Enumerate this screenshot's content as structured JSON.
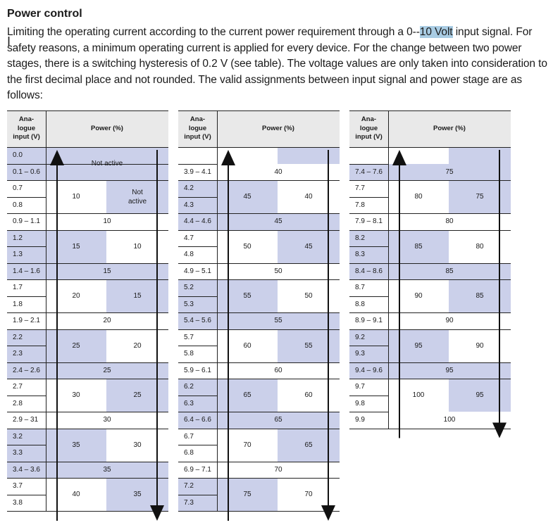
{
  "document": {
    "title": "Power control",
    "paragraph_before": "Limiting the operating current according to the current power requirement through a 0--",
    "paragraph_highlight": "10 Volt",
    "paragraph_after": " input signal. For safety reasons, a minimum operating current is applied for every device. For the change between two power stages, there is a switching hysteresis of 0.2 V (see table). The voltage values are only taken into consideration to the first decimal place and not rounded. The valid assignments between input signal and power stage are as follows:",
    "cursor_glyph": "I"
  },
  "table_header": {
    "input": "Ana-\nlogue\ninput (V)",
    "power": "Power (%)"
  },
  "tables": [
    {
      "rows": [
        "0.0",
        "0.1 – 0.6",
        "0.7",
        "0.8",
        "0.9 – 1.1",
        "1.2",
        "1.3",
        "1.4 – 1.6",
        "1.7",
        "1.8",
        "1.9 – 2.1",
        "2.2",
        "2.3",
        "2.4 – 2.6",
        "2.7",
        "2.8",
        "2.9 – 31",
        "3.2",
        "3.3",
        "3.4 – 3.6",
        "3.7",
        "3.8"
      ],
      "labels": [
        {
          "text": "Not active",
          "col": "span",
          "r0": 0,
          "r1": 1
        },
        {
          "text": "10",
          "col": "up",
          "r0": 2,
          "r1": 3
        },
        {
          "text": "Not\nactive",
          "col": "down",
          "r0": 2,
          "r1": 3
        },
        {
          "text": "10",
          "col": "span",
          "r0": 4,
          "r1": 4
        },
        {
          "text": "15",
          "col": "up",
          "r0": 5,
          "r1": 6
        },
        {
          "text": "10",
          "col": "down",
          "r0": 5,
          "r1": 6
        },
        {
          "text": "15",
          "col": "span",
          "r0": 7,
          "r1": 7
        },
        {
          "text": "20",
          "col": "up",
          "r0": 8,
          "r1": 9
        },
        {
          "text": "15",
          "col": "down",
          "r0": 8,
          "r1": 9
        },
        {
          "text": "20",
          "col": "span",
          "r0": 10,
          "r1": 10
        },
        {
          "text": "25",
          "col": "up",
          "r0": 11,
          "r1": 12
        },
        {
          "text": "20",
          "col": "down",
          "r0": 11,
          "r1": 12
        },
        {
          "text": "25",
          "col": "span",
          "r0": 13,
          "r1": 13
        },
        {
          "text": "30",
          "col": "up",
          "r0": 14,
          "r1": 15
        },
        {
          "text": "25",
          "col": "down",
          "r0": 14,
          "r1": 15
        },
        {
          "text": "30",
          "col": "span",
          "r0": 16,
          "r1": 16
        },
        {
          "text": "35",
          "col": "up",
          "r0": 17,
          "r1": 18
        },
        {
          "text": "30",
          "col": "down",
          "r0": 17,
          "r1": 18
        },
        {
          "text": "35",
          "col": "span",
          "r0": 19,
          "r1": 19
        },
        {
          "text": "40",
          "col": "up",
          "r0": 20,
          "r1": 21
        },
        {
          "text": "35",
          "col": "down",
          "r0": 20,
          "r1": 21
        }
      ]
    },
    {
      "rows": [
        "",
        "3.9 – 4.1",
        "4.2",
        "4.3",
        "4.4 – 4.6",
        "4.7",
        "4.8",
        "4.9 – 5.1",
        "5.2",
        "5.3",
        "5.4 – 5.6",
        "5.7",
        "5.8",
        "5.9 – 6.1",
        "6.2",
        "6.3",
        "6.4 – 6.6",
        "6.7",
        "6.8",
        "6.9 – 7.1",
        "7.2",
        "7.3"
      ],
      "labels": [
        {
          "text": "40",
          "col": "span",
          "r0": 1,
          "r1": 1
        },
        {
          "text": "45",
          "col": "up",
          "r0": 2,
          "r1": 3
        },
        {
          "text": "40",
          "col": "down",
          "r0": 2,
          "r1": 3
        },
        {
          "text": "45",
          "col": "span",
          "r0": 4,
          "r1": 4
        },
        {
          "text": "50",
          "col": "up",
          "r0": 5,
          "r1": 6
        },
        {
          "text": "45",
          "col": "down",
          "r0": 5,
          "r1": 6
        },
        {
          "text": "50",
          "col": "span",
          "r0": 7,
          "r1": 7
        },
        {
          "text": "55",
          "col": "up",
          "r0": 8,
          "r1": 9
        },
        {
          "text": "50",
          "col": "down",
          "r0": 8,
          "r1": 9
        },
        {
          "text": "55",
          "col": "span",
          "r0": 10,
          "r1": 10
        },
        {
          "text": "60",
          "col": "up",
          "r0": 11,
          "r1": 12
        },
        {
          "text": "55",
          "col": "down",
          "r0": 11,
          "r1": 12
        },
        {
          "text": "60",
          "col": "span",
          "r0": 13,
          "r1": 13
        },
        {
          "text": "65",
          "col": "up",
          "r0": 14,
          "r1": 15
        },
        {
          "text": "60",
          "col": "down",
          "r0": 14,
          "r1": 15
        },
        {
          "text": "65",
          "col": "span",
          "r0": 16,
          "r1": 16
        },
        {
          "text": "70",
          "col": "up",
          "r0": 17,
          "r1": 18
        },
        {
          "text": "65",
          "col": "down",
          "r0": 17,
          "r1": 18
        },
        {
          "text": "70",
          "col": "span",
          "r0": 19,
          "r1": 19
        },
        {
          "text": "75",
          "col": "up",
          "r0": 20,
          "r1": 21
        },
        {
          "text": "70",
          "col": "down",
          "r0": 20,
          "r1": 21
        }
      ]
    },
    {
      "rows": [
        "",
        "7.4 – 7.6",
        "7.7",
        "7.8",
        "7.9 – 8.1",
        "8.2",
        "8.3",
        "8.4 – 8.6",
        "8.7",
        "8.8",
        "8.9 – 9.1",
        "9.2",
        "9.3",
        "9.4 – 9.6",
        "9.7",
        "9.8",
        "9.9"
      ],
      "labels": [
        {
          "text": "75",
          "col": "span",
          "r0": 1,
          "r1": 1
        },
        {
          "text": "80",
          "col": "up",
          "r0": 2,
          "r1": 3
        },
        {
          "text": "75",
          "col": "down",
          "r0": 2,
          "r1": 3
        },
        {
          "text": "80",
          "col": "span",
          "r0": 4,
          "r1": 4
        },
        {
          "text": "85",
          "col": "up",
          "r0": 5,
          "r1": 6
        },
        {
          "text": "80",
          "col": "down",
          "r0": 5,
          "r1": 6
        },
        {
          "text": "85",
          "col": "span",
          "r0": 7,
          "r1": 7
        },
        {
          "text": "90",
          "col": "up",
          "r0": 8,
          "r1": 9
        },
        {
          "text": "85",
          "col": "down",
          "r0": 8,
          "r1": 9
        },
        {
          "text": "90",
          "col": "span",
          "r0": 10,
          "r1": 10
        },
        {
          "text": "95",
          "col": "up",
          "r0": 11,
          "r1": 12
        },
        {
          "text": "90",
          "col": "down",
          "r0": 11,
          "r1": 12
        },
        {
          "text": "95",
          "col": "span",
          "r0": 13,
          "r1": 13
        },
        {
          "text": "100",
          "col": "up",
          "r0": 14,
          "r1": 15
        },
        {
          "text": "95",
          "col": "down",
          "r0": 14,
          "r1": 15
        },
        {
          "text": "100",
          "col": "span",
          "r0": 16,
          "r1": 16
        }
      ]
    }
  ],
  "colors": {
    "shade": "#cbd0ea",
    "header": "#e9e9e9",
    "text_highlight": "#a9cce3"
  }
}
